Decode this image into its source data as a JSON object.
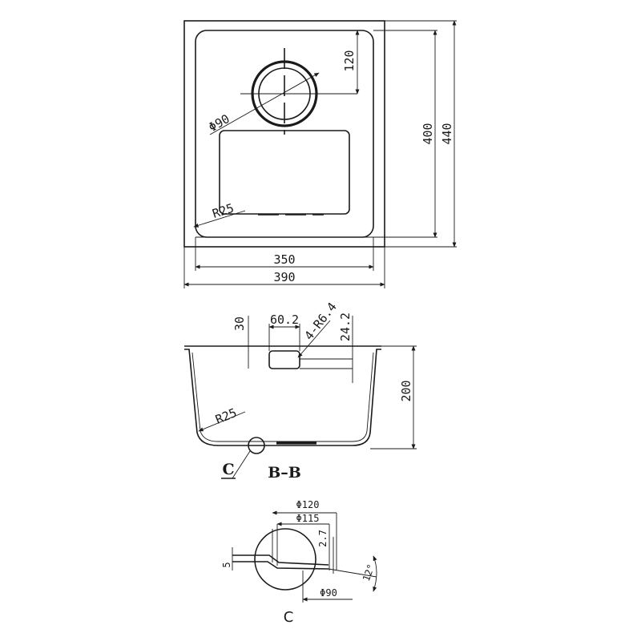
{
  "dimensions": {
    "top_width_inner": "350",
    "top_width_outer": "390",
    "top_height_inner": "400",
    "top_height_outer": "440",
    "drain_offset": "120",
    "drain_diameter": "Φ90",
    "corner_radius_top": "R25",
    "section_flange": "30",
    "section_overflow_width": "60.2",
    "section_overflow_radius": "4-R6.4",
    "section_overflow_height": "24.2",
    "section_depth": "200",
    "section_corner_radius": "R25",
    "detail_d120": "Φ120",
    "detail_d115": "Φ115",
    "detail_2_7": "2.7",
    "detail_5": "5",
    "detail_angle": "12°",
    "detail_d90": "Φ90"
  },
  "labels": {
    "section_view": "B–B",
    "detail_callout": "C",
    "detail_title": "C"
  }
}
